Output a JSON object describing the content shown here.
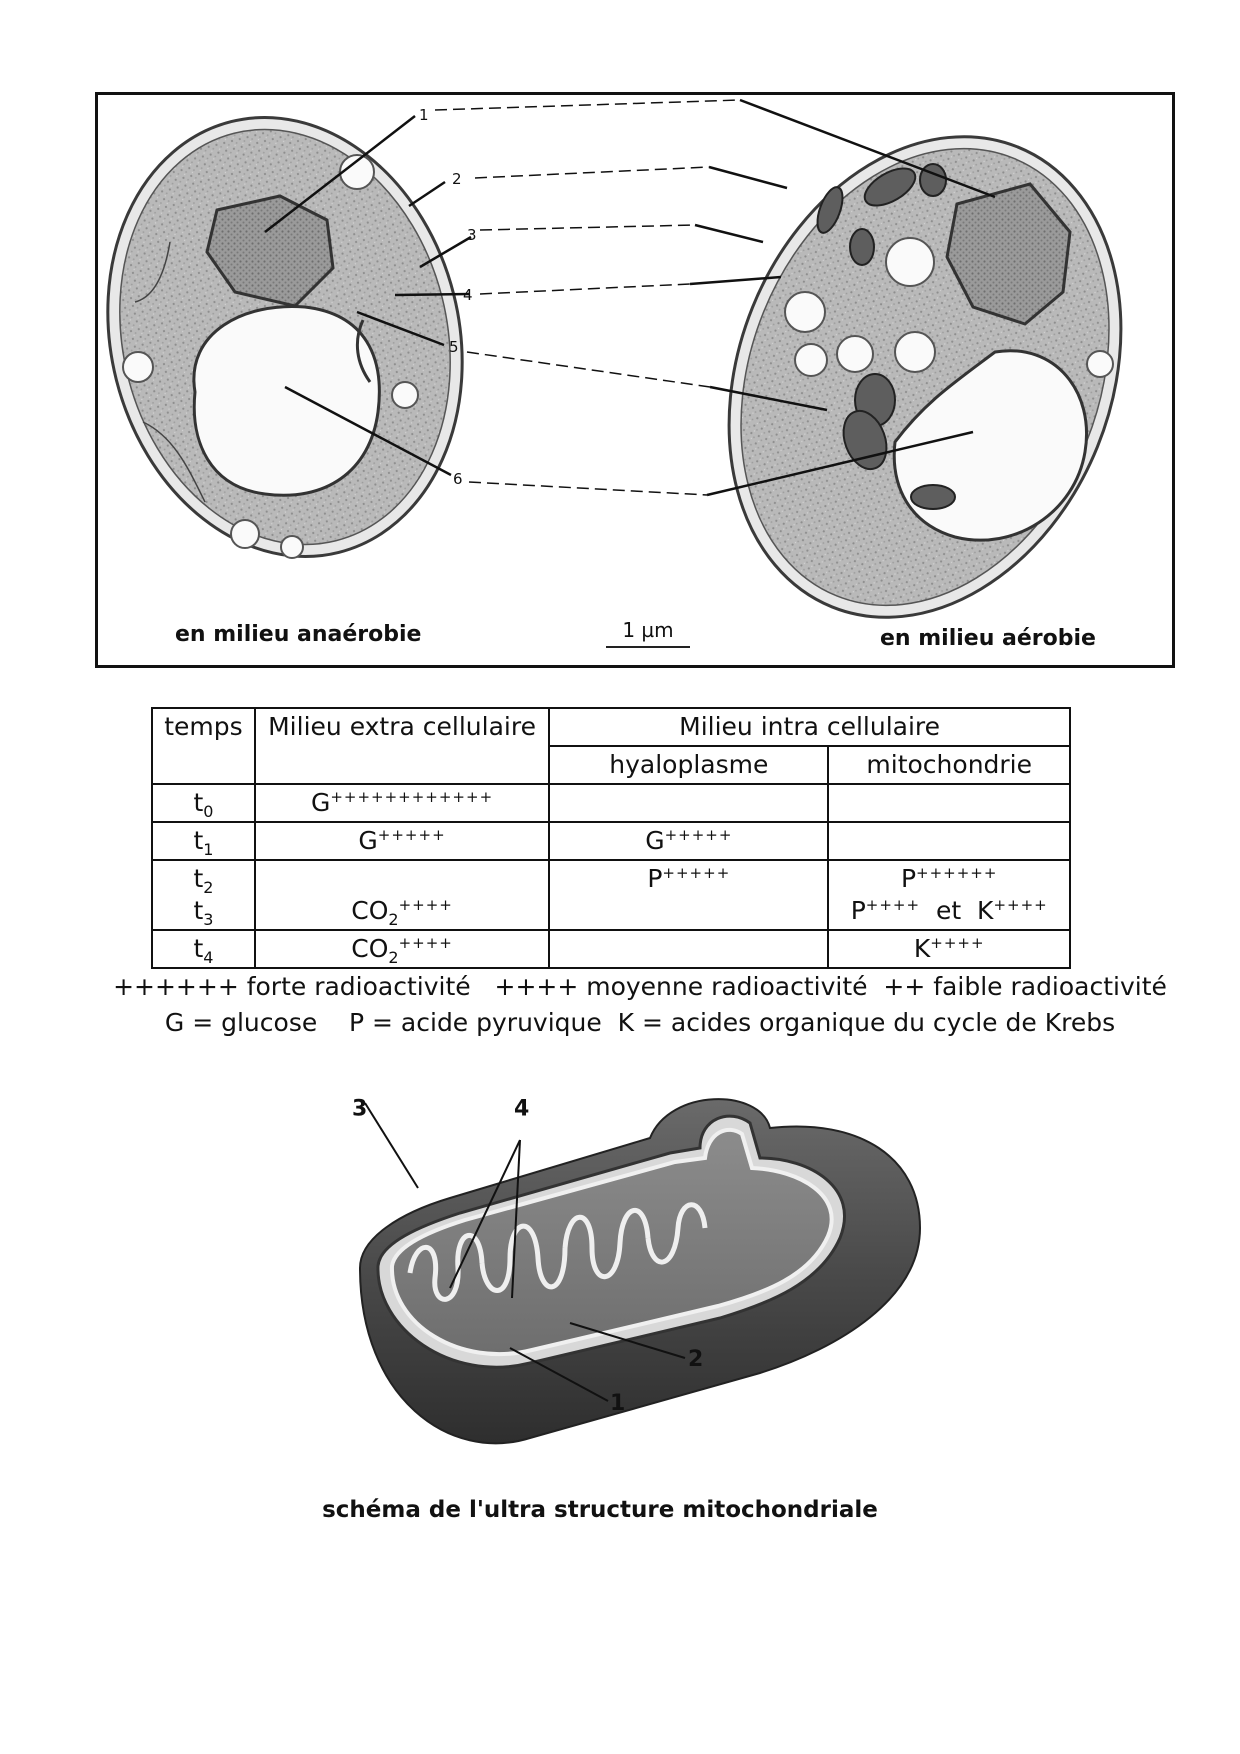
{
  "figure1": {
    "caption_left": "en milieu anaérobie",
    "caption_right": "en milieu aérobie",
    "scale_label": "1 µm",
    "labels": [
      "1",
      "2",
      "3",
      "4",
      "5",
      "6"
    ]
  },
  "table": {
    "header": {
      "time": "temps",
      "extra": "Milieu extra cellulaire",
      "intra": "Milieu intra cellulaire",
      "hyalo": "hyaloplasme",
      "mito": "mitochondrie"
    },
    "rows": [
      {
        "t": "t",
        "sub": "0",
        "extra_base": "G",
        "extra_rad": "++++++++++++",
        "hyalo_base": "",
        "hyalo_rad": "",
        "mito_base": "",
        "mito_rad": ""
      },
      {
        "t": "t",
        "sub": "1",
        "extra_base": "G",
        "extra_rad": "+++++",
        "hyalo_base": "G",
        "hyalo_rad": "+++++",
        "mito_base": "",
        "mito_rad": ""
      },
      {
        "t": "t",
        "sub": "2",
        "extra_base": "",
        "extra_rad": "",
        "hyalo_base": "P",
        "hyalo_rad": "+++++",
        "mito_base": "P",
        "mito_rad": "++++++"
      },
      {
        "t": "t",
        "sub": "3",
        "extra_base": "CO",
        "extra_sub": "2",
        "extra_rad": "++++",
        "hyalo_base": "",
        "hyalo_rad": "",
        "mito_base": "P",
        "mito_rad": "++++",
        "mito_mid": "  et  K",
        "mito_rad2": "++++"
      },
      {
        "t": "t",
        "sub": "4",
        "extra_base": "CO",
        "extra_sub": "2",
        "extra_rad": "++++",
        "hyalo_base": "",
        "hyalo_rad": "",
        "mito_base": "K",
        "mito_rad": "++++"
      }
    ]
  },
  "legend": {
    "line1": "++++++ forte radioactivité   ++++ moyenne radioactivité  ++ faible radioactivité",
    "line2": "G = glucose    P = acide pyruvique  K = acides organique du cycle de Krebs"
  },
  "figure2": {
    "caption": "schéma de l'ultra structure mitochondriale",
    "labels": [
      "1",
      "2",
      "3",
      "4"
    ]
  }
}
